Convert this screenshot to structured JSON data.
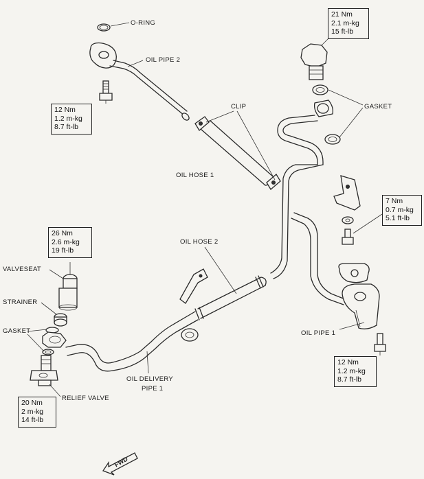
{
  "labels": {
    "o_ring": "O-RING",
    "oil_pipe_2": "OIL PIPE 2",
    "clip": "CLIP",
    "oil_hose_1": "OIL HOSE 1",
    "gasket_top": "GASKET",
    "oil_hose_2": "OIL HOSE 2",
    "valve_seat": "VALVESEAT",
    "strainer": "STRAINER",
    "gasket_left": "GASKET",
    "relief_valve": "RELIEF VALVE",
    "oil_delivery_pipe_1_line1": "OIL DELIVERY",
    "oil_delivery_pipe_1_line2": "PIPE 1",
    "oil_pipe_1": "OIL PIPE 1",
    "fwd": "FWD"
  },
  "torque_specs": {
    "union_bolt": {
      "nm": "21 Nm",
      "mkg": "2.1 m-kg",
      "ftlb": "15 ft-lb"
    },
    "pipe2_bolt": {
      "nm": "12 Nm",
      "mkg": "1.2 m-kg",
      "ftlb": "8.7 ft-lb"
    },
    "valve_seat": {
      "nm": "26 Nm",
      "mkg": "2.6 m-kg",
      "ftlb": "19 ft-lb"
    },
    "bracket_bolt": {
      "nm": "7 Nm",
      "mkg": "0.7 m-kg",
      "ftlb": "5.1 ft-lb"
    },
    "relief_valve": {
      "nm": "20 Nm",
      "mkg": "2 m-kg",
      "ftlb": "14 ft-lb"
    },
    "pipe1_bolt": {
      "nm": "12 Nm",
      "mkg": "1.2 m-kg",
      "ftlb": "8.7 ft-lb"
    }
  }
}
